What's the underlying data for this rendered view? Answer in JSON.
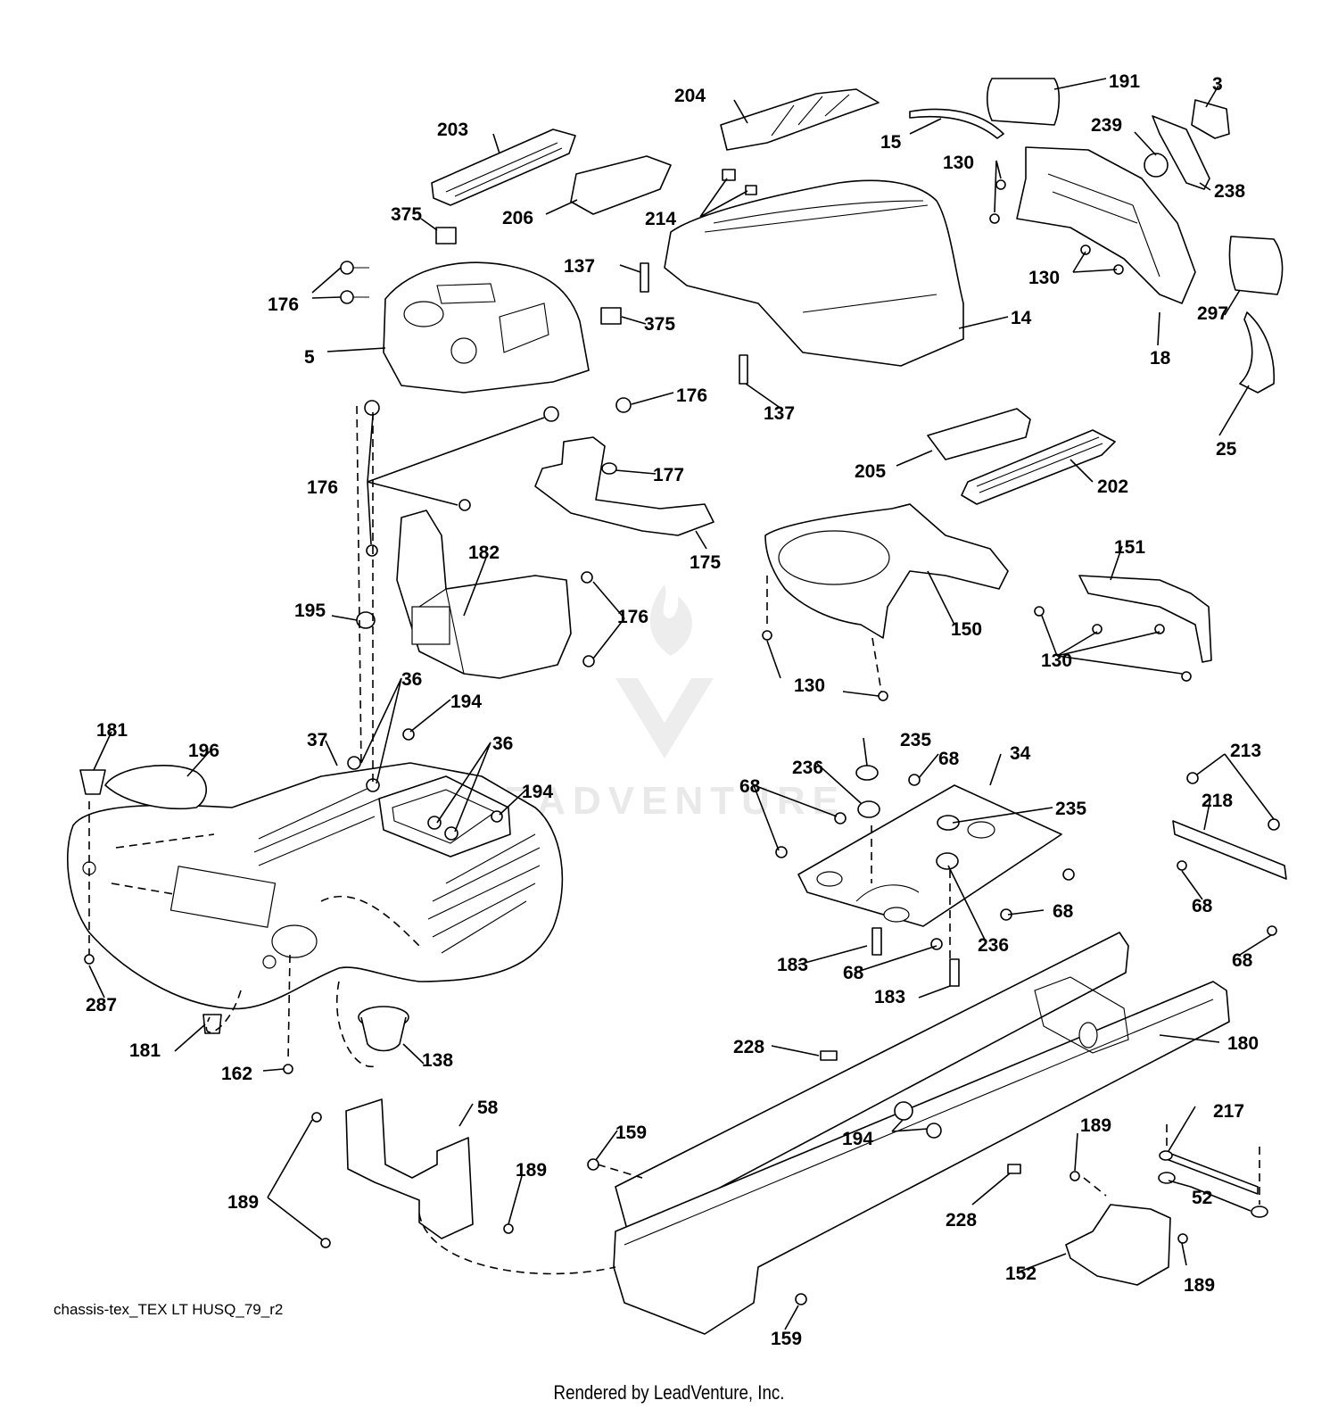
{
  "diagram": {
    "id_label": "chassis-tex_TEX LT HUSQ_79_r2",
    "footer": "Rendered by LeadVenture, Inc.",
    "watermark": "LEADVENTURE"
  },
  "callouts": [
    "191",
    "3",
    "204",
    "203",
    "15",
    "239",
    "130",
    "238",
    "375",
    "206",
    "214",
    "137",
    "176",
    "375",
    "14",
    "130",
    "297",
    "5",
    "18",
    "176",
    "137",
    "25",
    "176",
    "177",
    "205",
    "202",
    "182",
    "151",
    "195",
    "176",
    "150",
    "175",
    "130",
    "130",
    "36",
    "194",
    "181",
    "196",
    "37",
    "36",
    "235",
    "194",
    "236",
    "68",
    "34",
    "68",
    "235",
    "213",
    "218",
    "68",
    "68",
    "236",
    "183",
    "68",
    "183",
    "68",
    "287",
    "180",
    "228",
    "181",
    "162",
    "138",
    "58",
    "159",
    "194",
    "189",
    "217",
    "189",
    "52",
    "189",
    "228",
    "152",
    "189",
    "159"
  ]
}
